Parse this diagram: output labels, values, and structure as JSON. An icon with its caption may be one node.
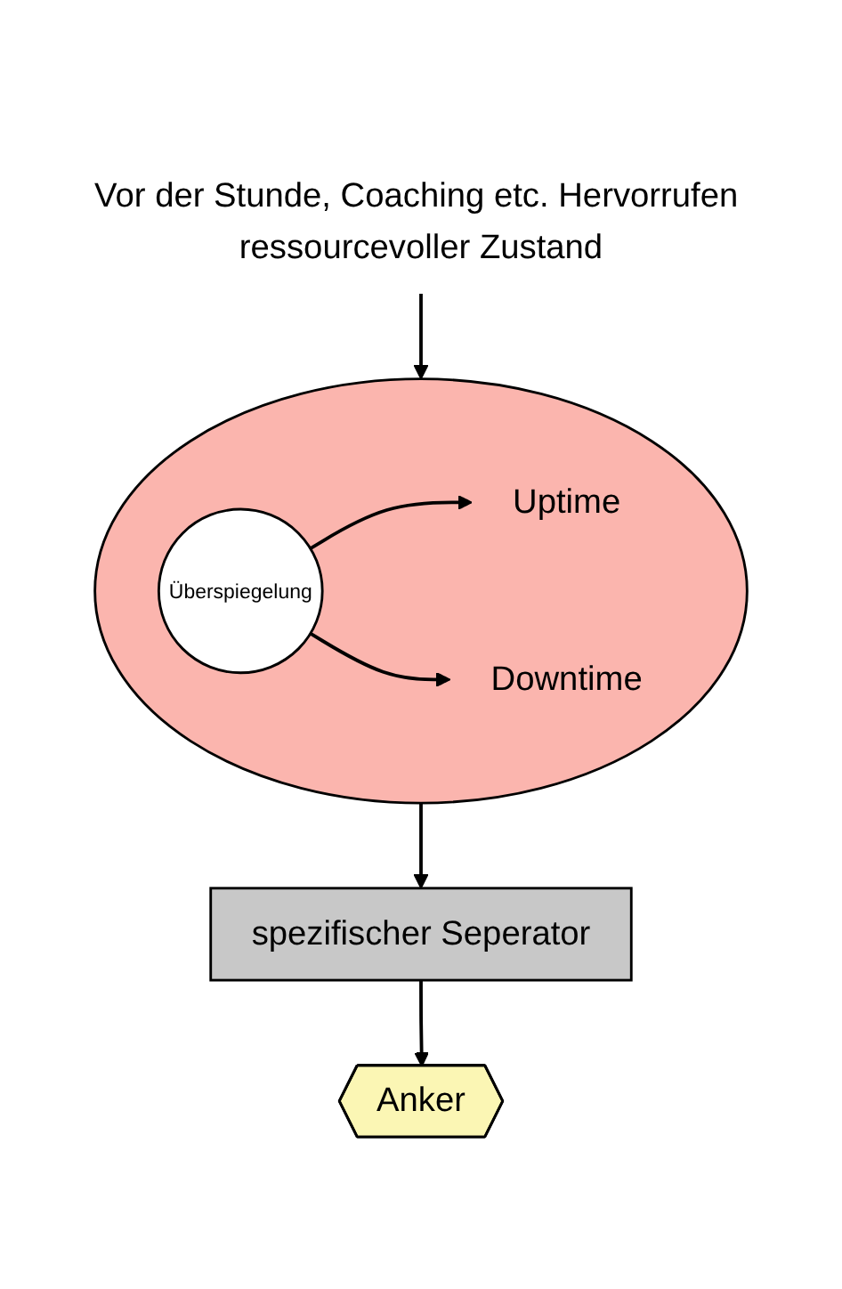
{
  "diagram": {
    "nodes": [
      {
        "text": [
          "Vor der Stunde, Coaching etc. Hervorrufen ressourcevoller Zustand"
        ]
      },
      {
        "text": [],
        "shape": "circle"
      },
      {
        "text": [
          "Überspiegelung"
        ],
        "in": 1
      },
      {
        "text": [
          "Uptime"
        ],
        "in": 1
      },
      {
        "text": [
          "Downtime"
        ],
        "in": 1
      },
      {
        "text": [
          "spezifischer Seperator"
        ]
      },
      {
        "text": [
          "Anker"
        ]
      }
    ],
    "edges": [
      {
        "from": 0,
        "to": 1,
        "arrow": "to"
      },
      {
        "from": 2,
        "to": 3,
        "arrow": "to"
      },
      {
        "from": 2,
        "to": 4,
        "arrow": "to"
      },
      {
        "from": 1,
        "to": 5,
        "arrow": "to"
      },
      {
        "from": 5,
        "to": 6,
        "arrow": "to"
      }
    ]
  }
}
